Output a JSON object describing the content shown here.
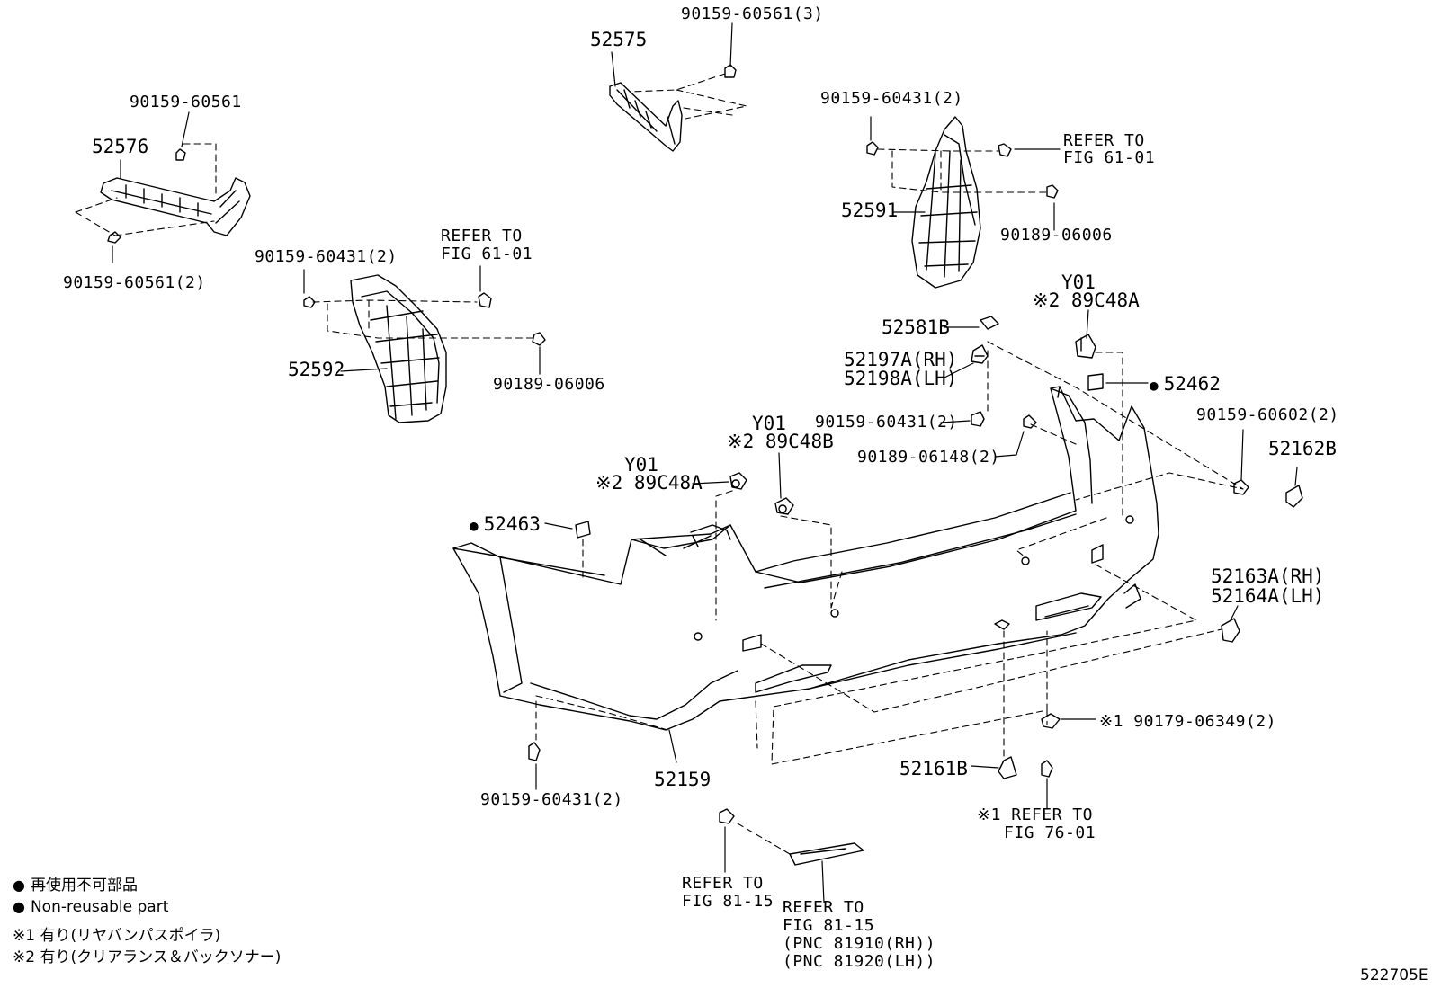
{
  "labels": {
    "p52575": "52575",
    "p9015960561_3": "90159-60561(3)",
    "p9015960561": "90159-60561",
    "p52576": "52576",
    "p9015960561_2": "90159-60561(2)",
    "p9015960431_2_a": "90159-60431(2)",
    "refer_a_1": "REFER TO",
    "refer_a_2": "FIG 61-01",
    "p52592": "52592",
    "p9018906006_a": "90189-06006",
    "p9015960431_2_b": "90159-60431(2)",
    "refer_b_1": "REFER TO",
    "refer_b_2": "FIG 61-01",
    "p52591": "52591",
    "p9018906006_b": "90189-06006",
    "y01_a": "Y01",
    "p89c48a_a": "※2 89C48A",
    "p52581b": "52581B",
    "p52197a": "52197A(RH)",
    "p52198a": "52198A(LH)",
    "p52462": "52462",
    "p9015960431_2_c": "90159-60431(2)",
    "p9018906148": "90189-06148(2)",
    "p9015960602": "90159-60602(2)",
    "p52162b": "52162B",
    "y01_b": "Y01",
    "p89c48b": "※2 89C48B",
    "y01_c": "Y01",
    "p89c48a_c": "※2 89C48A",
    "p52463": "52463",
    "p52163a": "52163A(RH)",
    "p52164a": "52164A(LH)",
    "p9017906349": "※1 90179-06349(2)",
    "p52161b": "52161B",
    "refer_c_1": "※1 REFER TO",
    "refer_c_2": "FIG 76-01",
    "p52159": "52159",
    "p9015960431_2_d": "90159-60431(2)",
    "refer_d_1": "REFER TO",
    "refer_d_2": "FIG 81-15",
    "refer_e_1": "REFER TO",
    "refer_e_2": "FIG 81-15",
    "refer_e_3": "(PNC 81910(RH))",
    "refer_e_4": "(PNC 81920(LH))"
  },
  "legend": {
    "bullet": "●",
    "nonreusable_jp": "再使用不可部品",
    "nonreusable_en": "Non-reusable part",
    "note1": "※1 有り(リヤバンパスポイラ)",
    "note2": "※2 有り(クリアランス＆バックソナー)"
  },
  "figure_id": "522705E"
}
